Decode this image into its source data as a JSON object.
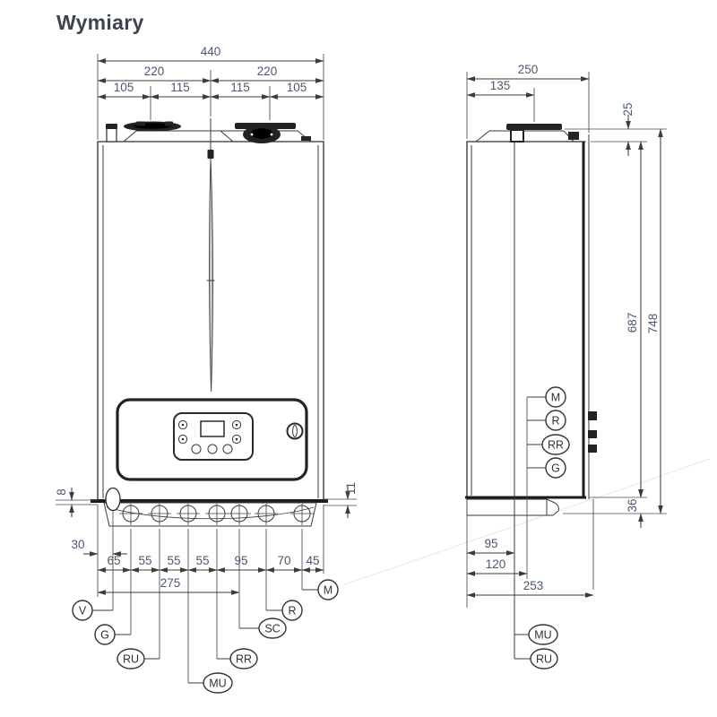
{
  "title": "Wymiary",
  "front_view": {
    "dims": {
      "width_total": "440",
      "width_left": "220",
      "width_right": "220",
      "top_offsets": [
        "105",
        "115",
        "115",
        "105"
      ],
      "edge_gap_left": "8",
      "edge_gap_right": "11",
      "valve_offset": "30",
      "bottom_chain": [
        "65",
        "55",
        "55",
        "55",
        "95",
        "70",
        "45"
      ],
      "bottom_span": "275"
    },
    "connections": [
      "V",
      "G",
      "RU",
      "MU",
      "RR",
      "SC",
      "R",
      "M"
    ]
  },
  "side_view": {
    "dims": {
      "depth": "250",
      "flue_offset": "135",
      "flue_collar": "25",
      "body_height": "687",
      "total_height": "748",
      "base_height": "36",
      "conn_offset_1": "95",
      "conn_offset_2": "120",
      "depth_total": "253"
    },
    "side_labels": [
      "M",
      "R",
      "RR",
      "G"
    ],
    "bottom_labels": [
      "MU",
      "RU"
    ]
  }
}
